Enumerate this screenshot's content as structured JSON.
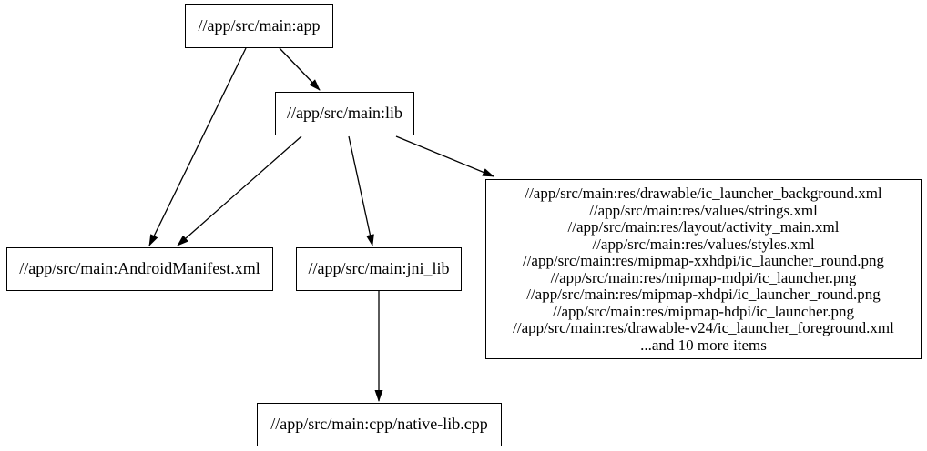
{
  "diagram": {
    "type": "dependency-graph",
    "background_color": "#ffffff",
    "node_border_color": "#000000",
    "edge_color": "#000000",
    "text_color": "#000000",
    "nodes": {
      "app": {
        "label": "//app/src/main:app"
      },
      "lib": {
        "label": "//app/src/main:lib"
      },
      "android_manifest": {
        "label": "//app/src/main:AndroidManifest.xml"
      },
      "jni_lib": {
        "label": "//app/src/main:jni_lib"
      },
      "resources": {
        "lines": [
          "//app/src/main:res/drawable/ic_launcher_background.xml",
          "//app/src/main:res/values/strings.xml",
          "//app/src/main:res/layout/activity_main.xml",
          "//app/src/main:res/values/styles.xml",
          "//app/src/main:res/mipmap-xxhdpi/ic_launcher_round.png",
          "//app/src/main:res/mipmap-mdpi/ic_launcher.png",
          "//app/src/main:res/mipmap-xhdpi/ic_launcher_round.png",
          "//app/src/main:res/mipmap-hdpi/ic_launcher.png",
          "//app/src/main:res/drawable-v24/ic_launcher_foreground.xml",
          "...and 10 more items"
        ]
      },
      "native_lib": {
        "label": "//app/src/main:cpp/native-lib.cpp"
      }
    },
    "edges": [
      {
        "from": "//app/src/main:app",
        "to": "//app/src/main:lib"
      },
      {
        "from": "//app/src/main:app",
        "to": "//app/src/main:AndroidManifest.xml"
      },
      {
        "from": "//app/src/main:lib",
        "to": "//app/src/main:AndroidManifest.xml"
      },
      {
        "from": "//app/src/main:lib",
        "to": "//app/src/main:jni_lib"
      },
      {
        "from": "//app/src/main:lib",
        "to": "resources-group"
      },
      {
        "from": "//app/src/main:jni_lib",
        "to": "//app/src/main:cpp/native-lib.cpp"
      }
    ]
  }
}
